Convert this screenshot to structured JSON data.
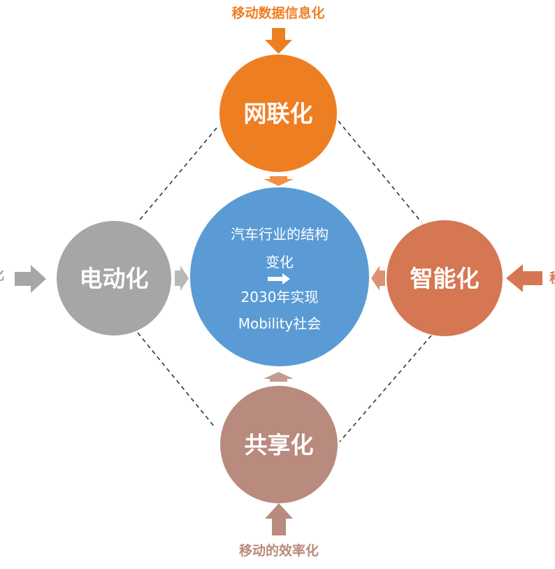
{
  "colors": {
    "orange": "#EE7E22",
    "blue": "#5B9BD5",
    "gray": "#A6A6A6",
    "terracotta": "#D57753",
    "rose": "#B98A7E",
    "connector": "#333333"
  },
  "center": {
    "line1": "汽车行业的结构",
    "line2": "变化",
    "arrow_icon": "right-arrow-icon",
    "line3": "2030年实现",
    "line4": "Mobility社会"
  },
  "nodes": {
    "top": {
      "label": "网联化",
      "input_label": "移动数据信息化"
    },
    "left": {
      "label": "电动化",
      "input_label": "化"
    },
    "right": {
      "label": "智能化",
      "input_label": "移"
    },
    "bottom": {
      "label": "共享化",
      "input_label": "移动的效率化"
    }
  }
}
